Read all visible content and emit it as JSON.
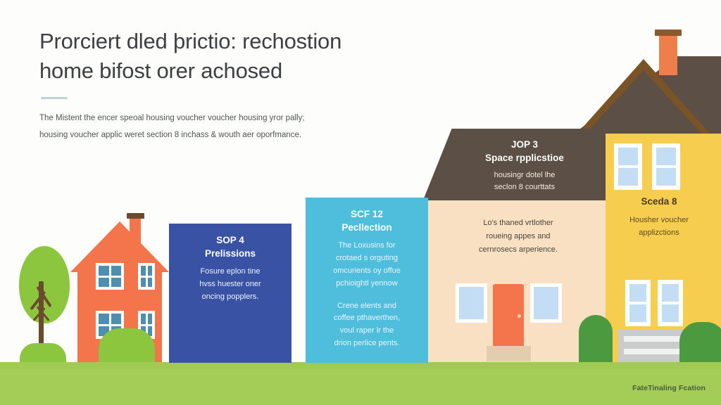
{
  "header": {
    "title_line1": "Prorciert dled þrictio: rechostion",
    "title_line2": "home bifost orer achosed",
    "subtitle_line1": "The Mistent the encer speoal housing voucher voucher housing yror pally;",
    "subtitle_line2": "housing voucher applic weret section 8 inchass & wouth aer oporfmance.",
    "rule_color": "#bcd4d2"
  },
  "cards": {
    "dark_blue": {
      "title_line1": "SOP 4",
      "title_line2": "Prelissions",
      "body_line1": "Fosure eplon tine",
      "body_line2": "hvss huester oner",
      "body_line3": "oncing popplers.",
      "color": "#3a52a4"
    },
    "light_blue": {
      "title_line1": "SCF 12",
      "title_line2": "Pecllection",
      "body1_line1": "The Loxusins for",
      "body1_line2": "crotaed s orguting",
      "body1_line3": "omcurients oy offue",
      "body1_line4": "pchioightl yennow",
      "body2_line1": "Crene elents and",
      "body2_line2": "coffee pthaverthen,",
      "body2_line3": "voul raper lr the",
      "body2_line4": "drion perlice pents.",
      "color": "#4fbedc"
    },
    "roof": {
      "title_line1": "JOP 3",
      "title_line2": "Space rpplicstioe",
      "body_line1": "housingr dotel lhe",
      "body_line2": "seclon 8 courttats",
      "color": "#5c4f45"
    },
    "cream": {
      "body_line1": "Lo's thaned vrtlother",
      "body_line2": "roueing appes and",
      "body_line3": "cernrosecs arperience.",
      "color": "#fae0c3"
    },
    "yellow": {
      "title": "Sceda 8",
      "body_line1": "Housher voucher",
      "body_line2": "applizctions",
      "color": "#f7cd4f"
    }
  },
  "footer": {
    "label": "FateTinaling Fcation"
  },
  "scene": {
    "ground_color": "#a4cd58",
    "tree_crown_color": "#8cc63f",
    "orange_house_color": "#f4754b",
    "yellow_house_color": "#f7cd4f",
    "roof_color": "#5c4f45",
    "window_color": "#c3ddf5",
    "bush_color": "#4c9a3f"
  }
}
